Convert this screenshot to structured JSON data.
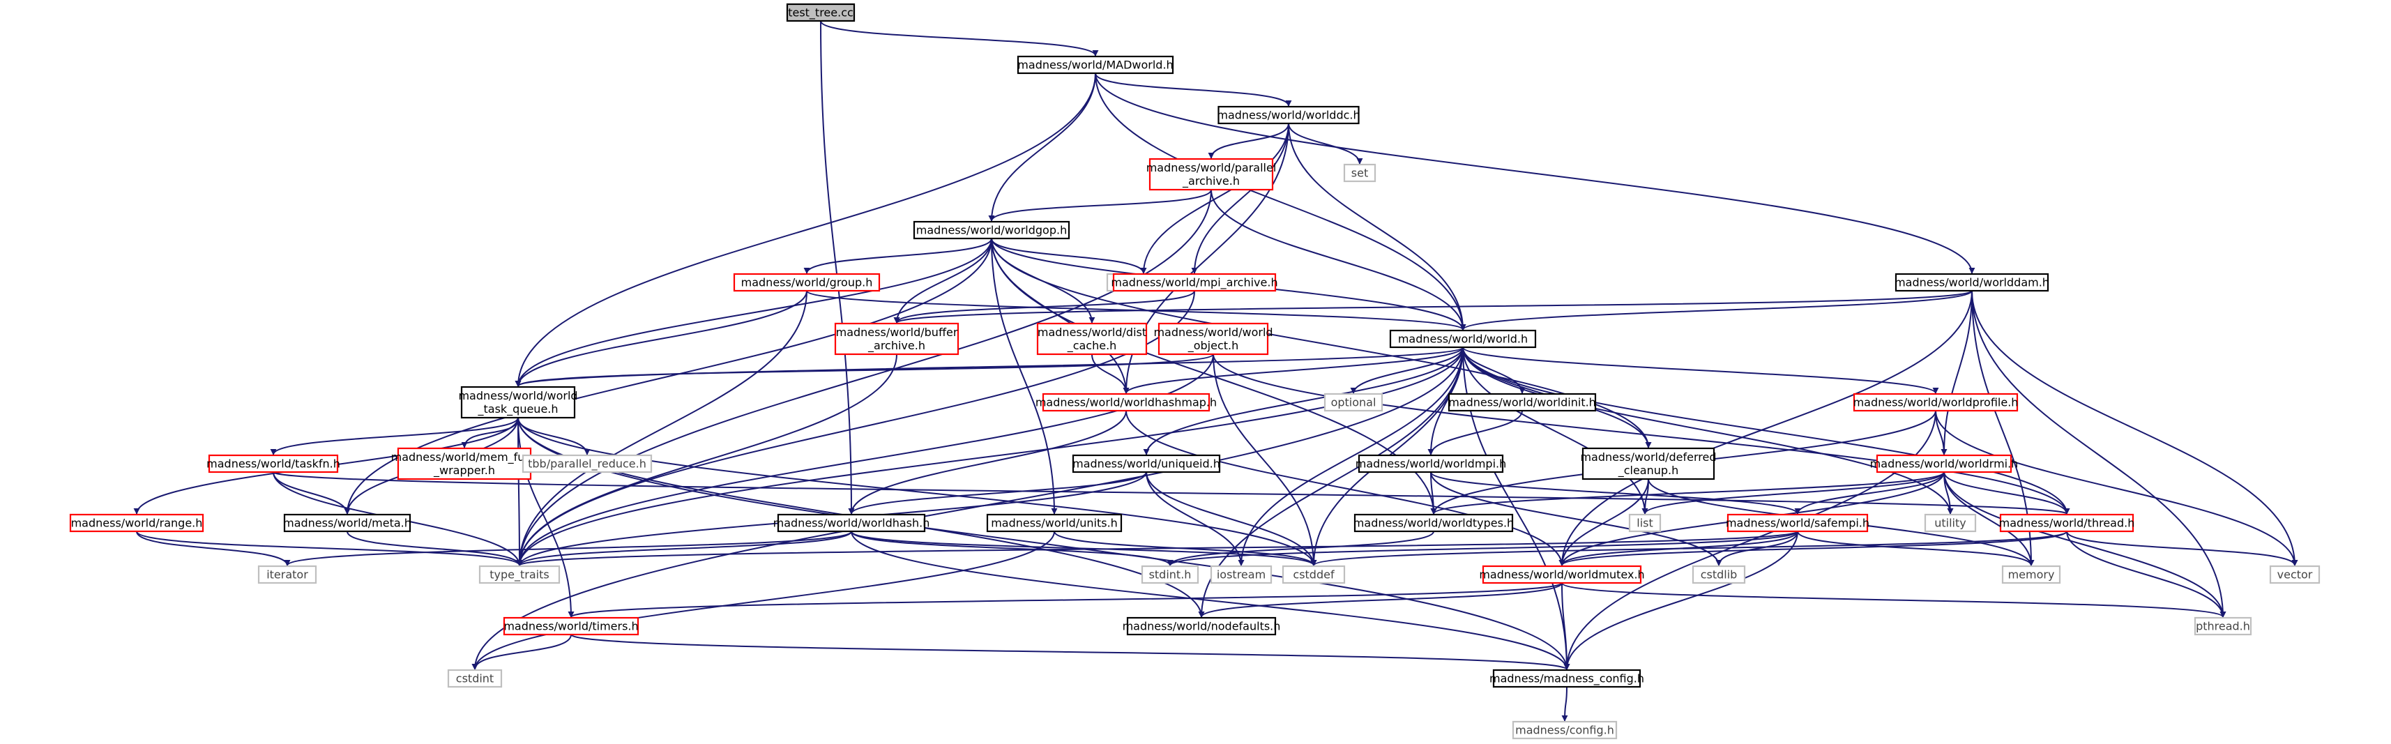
{
  "styles": {
    "root": {
      "fill": "#bfbfbf",
      "stroke": "#000000",
      "text": "#000000"
    },
    "black": {
      "fill": "#ffffff",
      "stroke": "#000000",
      "text": "#000000"
    },
    "red": {
      "fill": "#ffffff",
      "stroke": "#ff0000",
      "text": "#000000"
    },
    "grey": {
      "fill": "#ffffff",
      "stroke": "#bfbfbf",
      "text": "#444444"
    },
    "edge": "#191970"
  },
  "nodes": [
    {
      "id": "test_tree",
      "label": "test_tree.cc",
      "style": "root"
    },
    {
      "id": "MADworld",
      "label": "madness/world/MADworld.h",
      "style": "black"
    },
    {
      "id": "worlddc",
      "label": "madness/world/worlddc.h",
      "style": "black"
    },
    {
      "id": "parallel_archive",
      "label": "madness/world/parallel\n_archive.h",
      "style": "red"
    },
    {
      "id": "set",
      "label": "set",
      "style": "grey"
    },
    {
      "id": "worldgop",
      "label": "madness/world/worldgop.h",
      "style": "black"
    },
    {
      "id": "functional",
      "label": "functional",
      "style": "grey"
    },
    {
      "id": "mpi_archive",
      "label": "madness/world/mpi_archive.h",
      "style": "red"
    },
    {
      "id": "worlddam",
      "label": "madness/world/worlddam.h",
      "style": "black"
    },
    {
      "id": "group",
      "label": "madness/world/group.h",
      "style": "red"
    },
    {
      "id": "buffer_archive",
      "label": "madness/world/buffer\n_archive.h",
      "style": "red"
    },
    {
      "id": "dist_cache",
      "label": "madness/world/dist\n_cache.h",
      "style": "red"
    },
    {
      "id": "world_object",
      "label": "madness/world/world\n_object.h",
      "style": "red"
    },
    {
      "id": "world",
      "label": "madness/world/world.h",
      "style": "black"
    },
    {
      "id": "world_task_queue",
      "label": "madness/world/world\n_task_queue.h",
      "style": "black"
    },
    {
      "id": "worldhashmap",
      "label": "madness/world/worldhashmap.h",
      "style": "red"
    },
    {
      "id": "optional",
      "label": "optional",
      "style": "grey"
    },
    {
      "id": "worldinit",
      "label": "madness/world/worldinit.h",
      "style": "black"
    },
    {
      "id": "worldprofile",
      "label": "madness/world/worldprofile.h",
      "style": "red"
    },
    {
      "id": "taskfn",
      "label": "madness/world/taskfn.h",
      "style": "red"
    },
    {
      "id": "mem_func_wrapper",
      "label": "madness/world/mem_func\n_wrapper.h",
      "style": "red"
    },
    {
      "id": "parallel_reduce",
      "label": "tbb/parallel_reduce.h",
      "style": "grey"
    },
    {
      "id": "uniqueid",
      "label": "madness/world/uniqueid.h",
      "style": "black"
    },
    {
      "id": "worldmpi",
      "label": "madness/world/worldmpi.h",
      "style": "black"
    },
    {
      "id": "deferred_cleanup",
      "label": "madness/world/deferred\n_cleanup.h",
      "style": "black"
    },
    {
      "id": "worldrmi",
      "label": "madness/world/worldrmi.h",
      "style": "red"
    },
    {
      "id": "range",
      "label": "madness/world/range.h",
      "style": "red"
    },
    {
      "id": "meta",
      "label": "madness/world/meta.h",
      "style": "black"
    },
    {
      "id": "worldhash",
      "label": "madness/world/worldhash.h",
      "style": "black"
    },
    {
      "id": "units",
      "label": "madness/world/units.h",
      "style": "black"
    },
    {
      "id": "worldtypes",
      "label": "madness/world/worldtypes.h",
      "style": "black"
    },
    {
      "id": "list",
      "label": "list",
      "style": "grey"
    },
    {
      "id": "utility",
      "label": "utility",
      "style": "grey"
    },
    {
      "id": "safempi",
      "label": "madness/world/safempi.h",
      "style": "red"
    },
    {
      "id": "thread",
      "label": "madness/world/thread.h",
      "style": "red"
    },
    {
      "id": "iterator",
      "label": "iterator",
      "style": "grey"
    },
    {
      "id": "type_traits",
      "label": "type_traits",
      "style": "grey"
    },
    {
      "id": "stdint",
      "label": "stdint.h",
      "style": "grey"
    },
    {
      "id": "iostream",
      "label": "iostream",
      "style": "grey"
    },
    {
      "id": "cstddef",
      "label": "cstddef",
      "style": "grey"
    },
    {
      "id": "worldmutex",
      "label": "madness/world/worldmutex.h",
      "style": "red"
    },
    {
      "id": "cstdlib",
      "label": "cstdlib",
      "style": "grey"
    },
    {
      "id": "memory",
      "label": "memory",
      "style": "grey"
    },
    {
      "id": "vector",
      "label": "vector",
      "style": "grey"
    },
    {
      "id": "timers",
      "label": "madness/world/timers.h",
      "style": "red"
    },
    {
      "id": "nodefaults",
      "label": "madness/world/nodefaults.h",
      "style": "black"
    },
    {
      "id": "pthread",
      "label": "pthread.h",
      "style": "grey"
    },
    {
      "id": "cstdint",
      "label": "cstdint",
      "style": "grey"
    },
    {
      "id": "madness_config",
      "label": "madness/madness_config.h",
      "style": "black"
    },
    {
      "id": "config",
      "label": "madness/config.h",
      "style": "grey"
    }
  ],
  "edges": [
    [
      "test_tree",
      "MADworld"
    ],
    [
      "test_tree",
      "worldhash"
    ],
    [
      "MADworld",
      "worlddc"
    ],
    [
      "MADworld",
      "worldgop"
    ],
    [
      "MADworld",
      "world_task_queue"
    ],
    [
      "MADworld",
      "world"
    ],
    [
      "MADworld",
      "worlddam"
    ],
    [
      "worlddc",
      "parallel_archive"
    ],
    [
      "worlddc",
      "set"
    ],
    [
      "worlddc",
      "functional"
    ],
    [
      "worlddc",
      "mpi_archive"
    ],
    [
      "worlddc",
      "worldhashmap"
    ],
    [
      "worlddc",
      "world"
    ],
    [
      "parallel_archive",
      "worldgop"
    ],
    [
      "parallel_archive",
      "world"
    ],
    [
      "parallel_archive",
      "type_traits"
    ],
    [
      "worldgop",
      "functional"
    ],
    [
      "worldgop",
      "group"
    ],
    [
      "worldgop",
      "buffer_archive"
    ],
    [
      "worldgop",
      "dist_cache"
    ],
    [
      "worldgop",
      "world"
    ],
    [
      "worldgop",
      "world_task_queue"
    ],
    [
      "worldgop",
      "meta"
    ],
    [
      "worldgop",
      "units"
    ],
    [
      "worldgop",
      "worldtypes"
    ],
    [
      "worldgop",
      "deferred_cleanup"
    ],
    [
      "worldgop",
      "worldhashmap"
    ],
    [
      "mpi_archive",
      "buffer_archive"
    ],
    [
      "mpi_archive",
      "type_traits"
    ],
    [
      "worlddam",
      "world"
    ],
    [
      "worlddam",
      "worldrmi"
    ],
    [
      "worlddam",
      "memory"
    ],
    [
      "worlddam",
      "vector"
    ],
    [
      "worlddam",
      "pthread"
    ],
    [
      "worlddam",
      "worldmutex"
    ],
    [
      "worlddam",
      "buffer_archive"
    ],
    [
      "group",
      "world"
    ],
    [
      "group",
      "world_task_queue"
    ],
    [
      "group",
      "type_traits"
    ],
    [
      "buffer_archive",
      "type_traits"
    ],
    [
      "dist_cache",
      "worldhashmap"
    ],
    [
      "world_object",
      "world_task_queue"
    ],
    [
      "world_object",
      "type_traits"
    ],
    [
      "world_object",
      "cstddef"
    ],
    [
      "world_object",
      "thread"
    ],
    [
      "world",
      "world_task_queue"
    ],
    [
      "world",
      "optional"
    ],
    [
      "world",
      "worldinit"
    ],
    [
      "world",
      "worldprofile"
    ],
    [
      "world",
      "uniqueid"
    ],
    [
      "world",
      "worldmpi"
    ],
    [
      "world",
      "deferred_cleanup"
    ],
    [
      "world",
      "list"
    ],
    [
      "world",
      "utility"
    ],
    [
      "world",
      "thread"
    ],
    [
      "world",
      "cstdint"
    ],
    [
      "world",
      "madness_config"
    ],
    [
      "world",
      "type_traits"
    ],
    [
      "world",
      "nodefaults"
    ],
    [
      "world",
      "iostream"
    ],
    [
      "world",
      "cstddef"
    ],
    [
      "world",
      "worldhashmap"
    ],
    [
      "world_task_queue",
      "taskfn"
    ],
    [
      "world_task_queue",
      "mem_func_wrapper"
    ],
    [
      "world_task_queue",
      "parallel_reduce"
    ],
    [
      "world_task_queue",
      "range"
    ],
    [
      "world_task_queue",
      "meta"
    ],
    [
      "world_task_queue",
      "type_traits"
    ],
    [
      "world_task_queue",
      "timers"
    ],
    [
      "world_task_queue",
      "nodefaults"
    ],
    [
      "world_task_queue",
      "madness_config"
    ],
    [
      "world_task_queue",
      "cstddef"
    ],
    [
      "worldhashmap",
      "worldhash"
    ],
    [
      "worldhashmap",
      "worldmutex"
    ],
    [
      "worldinit",
      "worldmpi"
    ],
    [
      "worldprofile",
      "worldrmi"
    ],
    [
      "worldprofile",
      "worldtypes"
    ],
    [
      "worldprofile",
      "vector"
    ],
    [
      "worldprofile",
      "madness_config"
    ],
    [
      "taskfn",
      "meta"
    ],
    [
      "taskfn",
      "type_traits"
    ],
    [
      "taskfn",
      "thread"
    ],
    [
      "uniqueid",
      "worldhash"
    ],
    [
      "uniqueid",
      "iostream"
    ],
    [
      "uniqueid",
      "cstddef"
    ],
    [
      "uniqueid",
      "type_traits"
    ],
    [
      "worldmpi",
      "worldtypes"
    ],
    [
      "worldmpi",
      "safempi"
    ],
    [
      "worldmpi",
      "cstdlib"
    ],
    [
      "deferred_cleanup",
      "list"
    ],
    [
      "deferred_cleanup",
      "memory"
    ],
    [
      "deferred_cleanup",
      "worldmutex"
    ],
    [
      "worldrmi",
      "safempi"
    ],
    [
      "worldrmi",
      "thread"
    ],
    [
      "worldrmi",
      "list"
    ],
    [
      "worldrmi",
      "utility"
    ],
    [
      "worldrmi",
      "memory"
    ],
    [
      "worldrmi",
      "pthread"
    ],
    [
      "worldrmi",
      "worldtypes"
    ],
    [
      "worldrmi",
      "worldmutex"
    ],
    [
      "range",
      "iterator"
    ],
    [
      "range",
      "type_traits"
    ],
    [
      "meta",
      "type_traits"
    ],
    [
      "worldhash",
      "type_traits"
    ],
    [
      "worldhash",
      "iterator"
    ],
    [
      "worldhash",
      "stdint"
    ],
    [
      "worldhash",
      "cstddef"
    ],
    [
      "worldhash",
      "madness_config"
    ],
    [
      "units",
      "cstdint"
    ],
    [
      "units",
      "cstddef"
    ],
    [
      "worldtypes",
      "stdint"
    ],
    [
      "safempi",
      "stdint"
    ],
    [
      "safempi",
      "memory"
    ],
    [
      "safempi",
      "cstdlib"
    ],
    [
      "safempi",
      "worldmutex"
    ],
    [
      "safempi",
      "madness_config"
    ],
    [
      "safempi",
      "type_traits"
    ],
    [
      "thread",
      "cstddef"
    ],
    [
      "thread",
      "vector"
    ],
    [
      "thread",
      "pthread"
    ],
    [
      "thread",
      "worldmutex"
    ],
    [
      "worldmutex",
      "nodefaults"
    ],
    [
      "worldmutex",
      "madness_config"
    ],
    [
      "worldmutex",
      "pthread"
    ],
    [
      "worldmutex",
      "timers"
    ],
    [
      "timers",
      "cstdint"
    ],
    [
      "timers",
      "madness_config"
    ],
    [
      "madness_config",
      "config"
    ]
  ]
}
